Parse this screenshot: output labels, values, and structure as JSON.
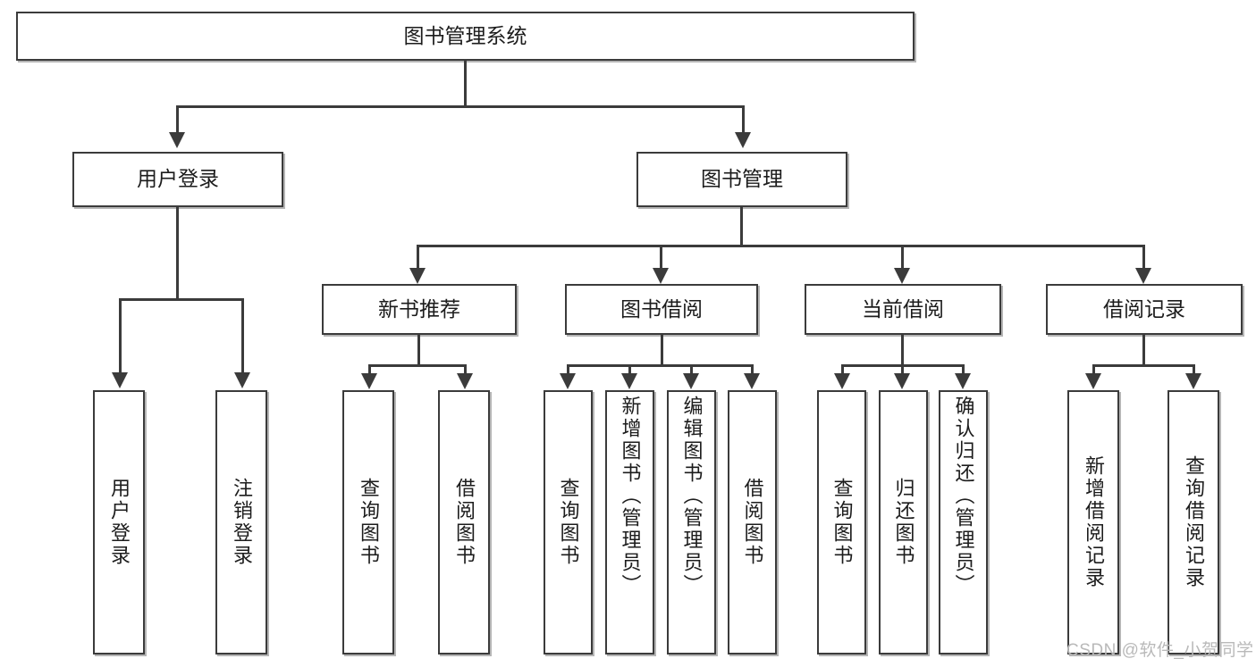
{
  "diagram": {
    "title": "图书管理系统",
    "type": "tree-hierarchy-chart",
    "root": {
      "label": "图书管理系统"
    },
    "level2": [
      {
        "label": "用户登录"
      },
      {
        "label": "图书管理"
      }
    ],
    "level3": [
      {
        "label": "新书推荐"
      },
      {
        "label": "图书借阅"
      },
      {
        "label": "当前借阅"
      },
      {
        "label": "借阅记录"
      }
    ],
    "leaves": {
      "user_login": [
        {
          "label": "用户登录"
        },
        {
          "label": "注销登录"
        }
      ],
      "new_book": [
        {
          "label": "查询图书"
        },
        {
          "label": "借阅图书"
        }
      ],
      "book_borrow": [
        {
          "label": "查询图书"
        },
        {
          "label": "新增图书（管理员）"
        },
        {
          "label": "编辑图书（管理员）"
        },
        {
          "label": "借阅图书"
        }
      ],
      "current_borrow": [
        {
          "label": "查询图书"
        },
        {
          "label": "归还图书"
        },
        {
          "label": "确认归还（管理员）"
        }
      ],
      "borrow_record": [
        {
          "label": "新增借阅记录"
        },
        {
          "label": "查询借阅记录"
        }
      ]
    }
  },
  "watermark": {
    "text": "CSDN @软件_小贺同学"
  },
  "colors": {
    "stroke": "#3b3b3b",
    "text": "#1c1c1c",
    "background": "#ffffff",
    "watermark": "#b9b9b9"
  }
}
